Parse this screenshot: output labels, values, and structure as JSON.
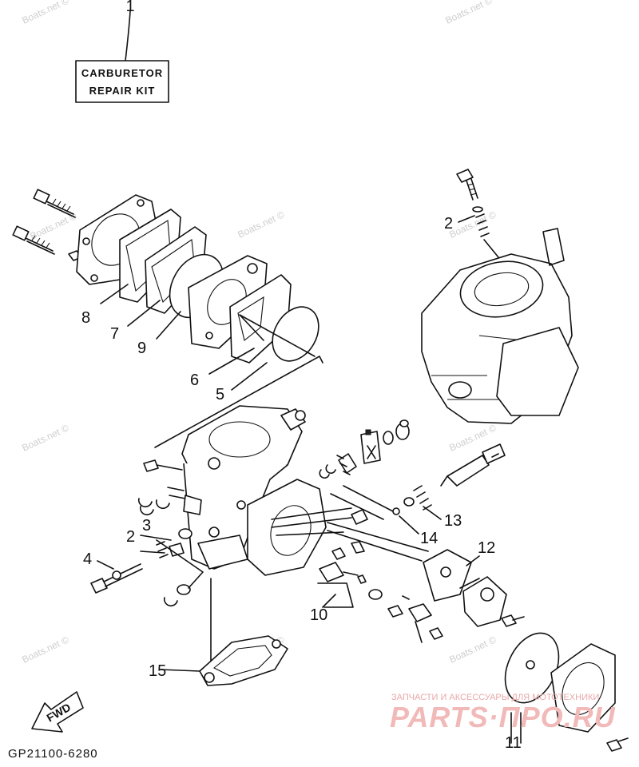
{
  "kit_box": {
    "line1": "CARBURETOR",
    "line2": "REPAIR KIT"
  },
  "callouts": [
    {
      "id": "1",
      "text": "1"
    },
    {
      "id": "2a",
      "text": "2"
    },
    {
      "id": "2b",
      "text": "2"
    },
    {
      "id": "3",
      "text": "3"
    },
    {
      "id": "4",
      "text": "4"
    },
    {
      "id": "5",
      "text": "5"
    },
    {
      "id": "6",
      "text": "6"
    },
    {
      "id": "7",
      "text": "7"
    },
    {
      "id": "8",
      "text": "8"
    },
    {
      "id": "9",
      "text": "9"
    },
    {
      "id": "10",
      "text": "10"
    },
    {
      "id": "11",
      "text": "11"
    },
    {
      "id": "12",
      "text": "12"
    },
    {
      "id": "13",
      "text": "13"
    },
    {
      "id": "14",
      "text": "14"
    },
    {
      "id": "15",
      "text": "15"
    }
  ],
  "watermark": "Boats.net ©",
  "fwd_label": "FWD",
  "drawing_code": "GP21100-6280",
  "brand_tagline": "ЗАПЧАСТИ И АКСЕССУАРЫ ДЛЯ МОТОТЕХНИКИ",
  "brand_name": "PARTS·ПРО.RU"
}
